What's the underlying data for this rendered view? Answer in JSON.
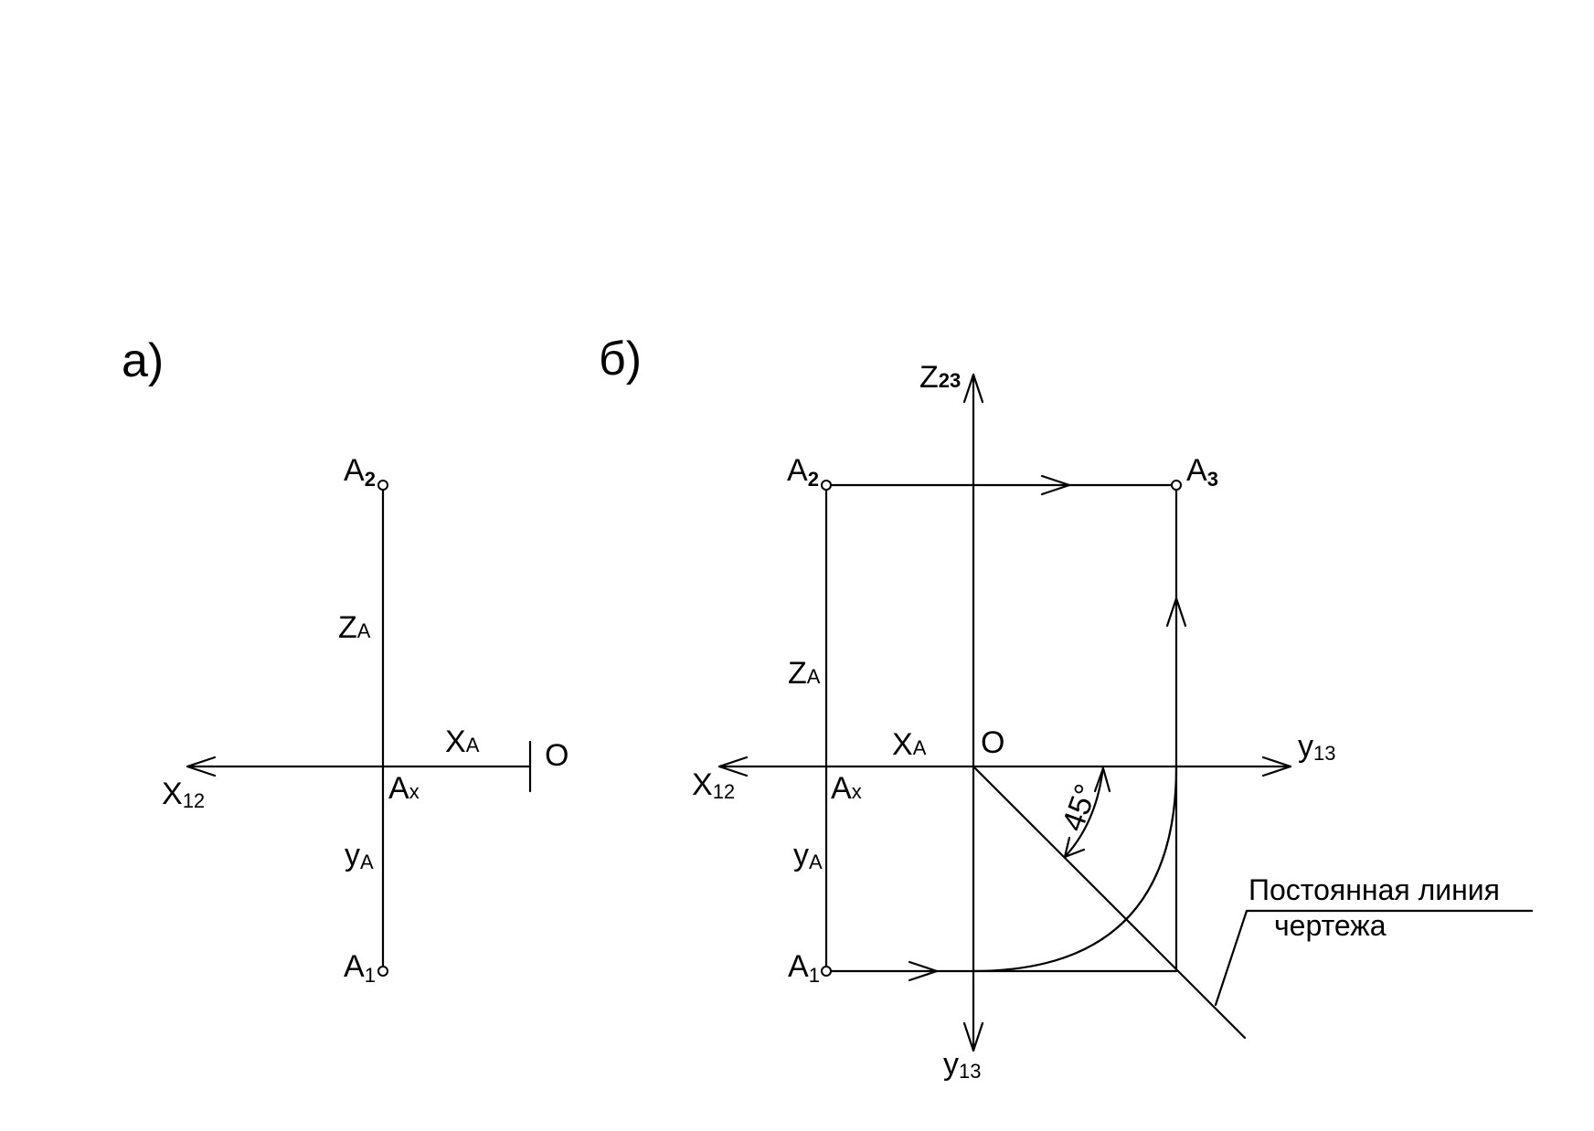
{
  "panel_a": {
    "label": "а)",
    "a2": {
      "main": "A",
      "sub": "2"
    },
    "a1": {
      "main": "A",
      "sub": "1"
    },
    "za": {
      "main": "Z",
      "sub": "A"
    },
    "xa": {
      "main": "X",
      "sub": "A"
    },
    "ya": {
      "main": "y",
      "sub": "A"
    },
    "ax": {
      "main": "A",
      "sub": "x"
    },
    "x12": {
      "main": "X",
      "sub": "12"
    },
    "o": "O"
  },
  "panel_b": {
    "label": "б)",
    "z23": {
      "main": "Z",
      "sub": "23"
    },
    "a2": {
      "main": "A",
      "sub": "2"
    },
    "a3": {
      "main": "A",
      "sub": "3"
    },
    "a1": {
      "main": "A",
      "sub": "1"
    },
    "za": {
      "main": "Z",
      "sub": "A"
    },
    "xa": {
      "main": "X",
      "sub": "A"
    },
    "ya": {
      "main": "y",
      "sub": "A"
    },
    "ax": {
      "main": "A",
      "sub": "x"
    },
    "x12": {
      "main": "X",
      "sub": "12"
    },
    "o": "O",
    "y13_right": {
      "main": "y",
      "sub": "13"
    },
    "y13_bottom": {
      "main": "y",
      "sub": "13"
    },
    "angle": "45°",
    "note_line1": "Постоянная  линия",
    "note_line2": "чертежа"
  }
}
